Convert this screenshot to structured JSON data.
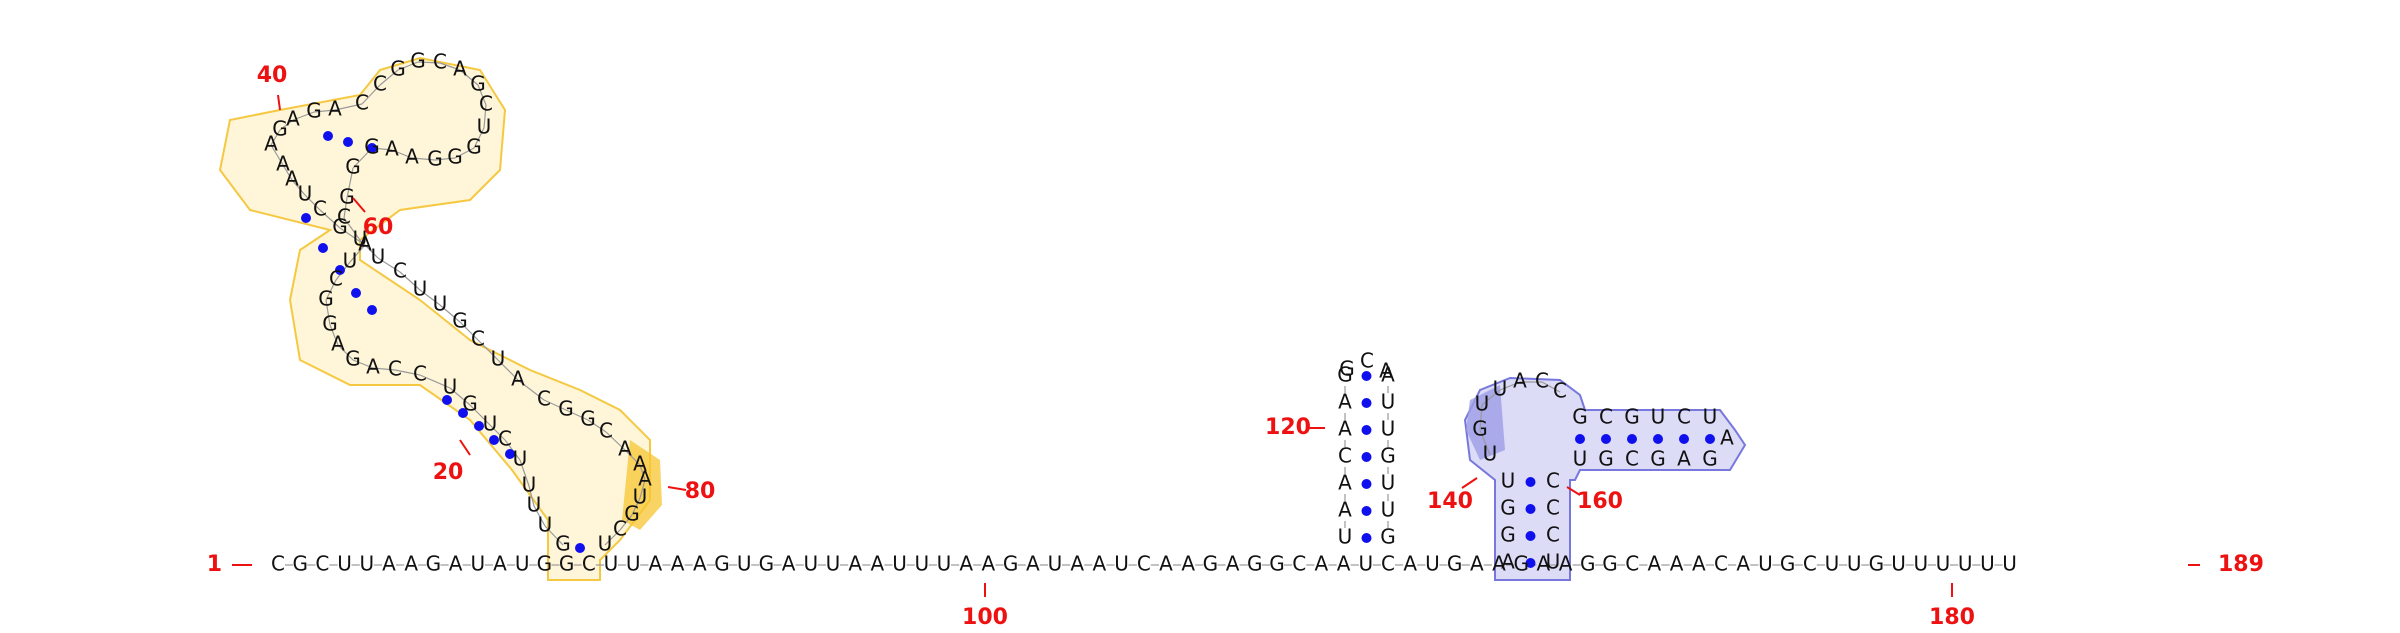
{
  "sequence": "CGCUUAAGAUAUGGCUUAAAGUGAUUAAUUUAAGAUAAUCAAGAGGCAAUCAUGAAGAAGGCAAACAUGCUUGUUUUUU",
  "full_sequence_note": "",
  "labels": [
    {
      "text": "1"
    },
    {
      "text": "20"
    },
    {
      "text": "40"
    },
    {
      "text": "60"
    },
    {
      "text": "80"
    },
    {
      "text": "100"
    },
    {
      "text": "120"
    },
    {
      "text": "140"
    },
    {
      "text": "160"
    },
    {
      "text": "180"
    },
    {
      "text": "189"
    }
  ],
  "colors": {
    "base_pair_dot": "#1010ee",
    "label": "#ee1111",
    "backbone": "#999999",
    "highlight_yellow_fill": "#fff6d9",
    "highlight_yellow_stroke": "#f5c842",
    "highlight_yellow_dark": "#f7c531",
    "highlight_blue_fill": "#dcdcf7",
    "highlight_blue_stroke": "#7777dd",
    "highlight_blue_dark": "#9d9de6"
  },
  "regions": [
    {
      "name": "yellow-domain",
      "color": "yellow"
    },
    {
      "name": "blue-domain",
      "color": "blue"
    }
  ]
}
